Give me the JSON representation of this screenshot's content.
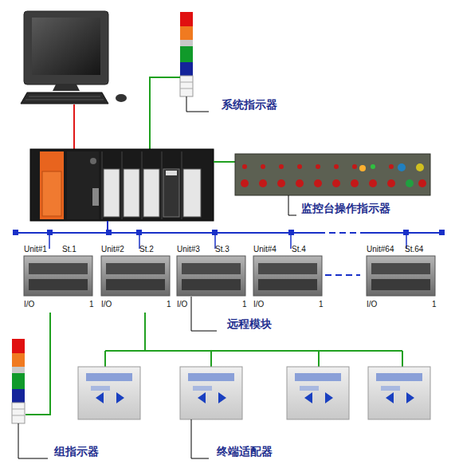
{
  "diagram": {
    "nodes": [
      {
        "text": [
          "Unit#1",
          "St.1",
          "I/O",
          "1"
        ]
      },
      {
        "text": [
          "Unit#2",
          "St.2",
          "I/O",
          "1"
        ]
      },
      {
        "text": [
          "Unit#3",
          "St.3",
          "I/O",
          "1"
        ]
      },
      {
        "text": [
          "Unit#4",
          "St.4",
          "I/O",
          "1"
        ]
      },
      {
        "text": [
          "Unit#64",
          "St.64",
          "I/O",
          "1"
        ]
      }
    ],
    "labels": [
      "系统指示器",
      "监控台操作指示器",
      "远程模块",
      "组指示器",
      "终端适配器"
    ]
  }
}
